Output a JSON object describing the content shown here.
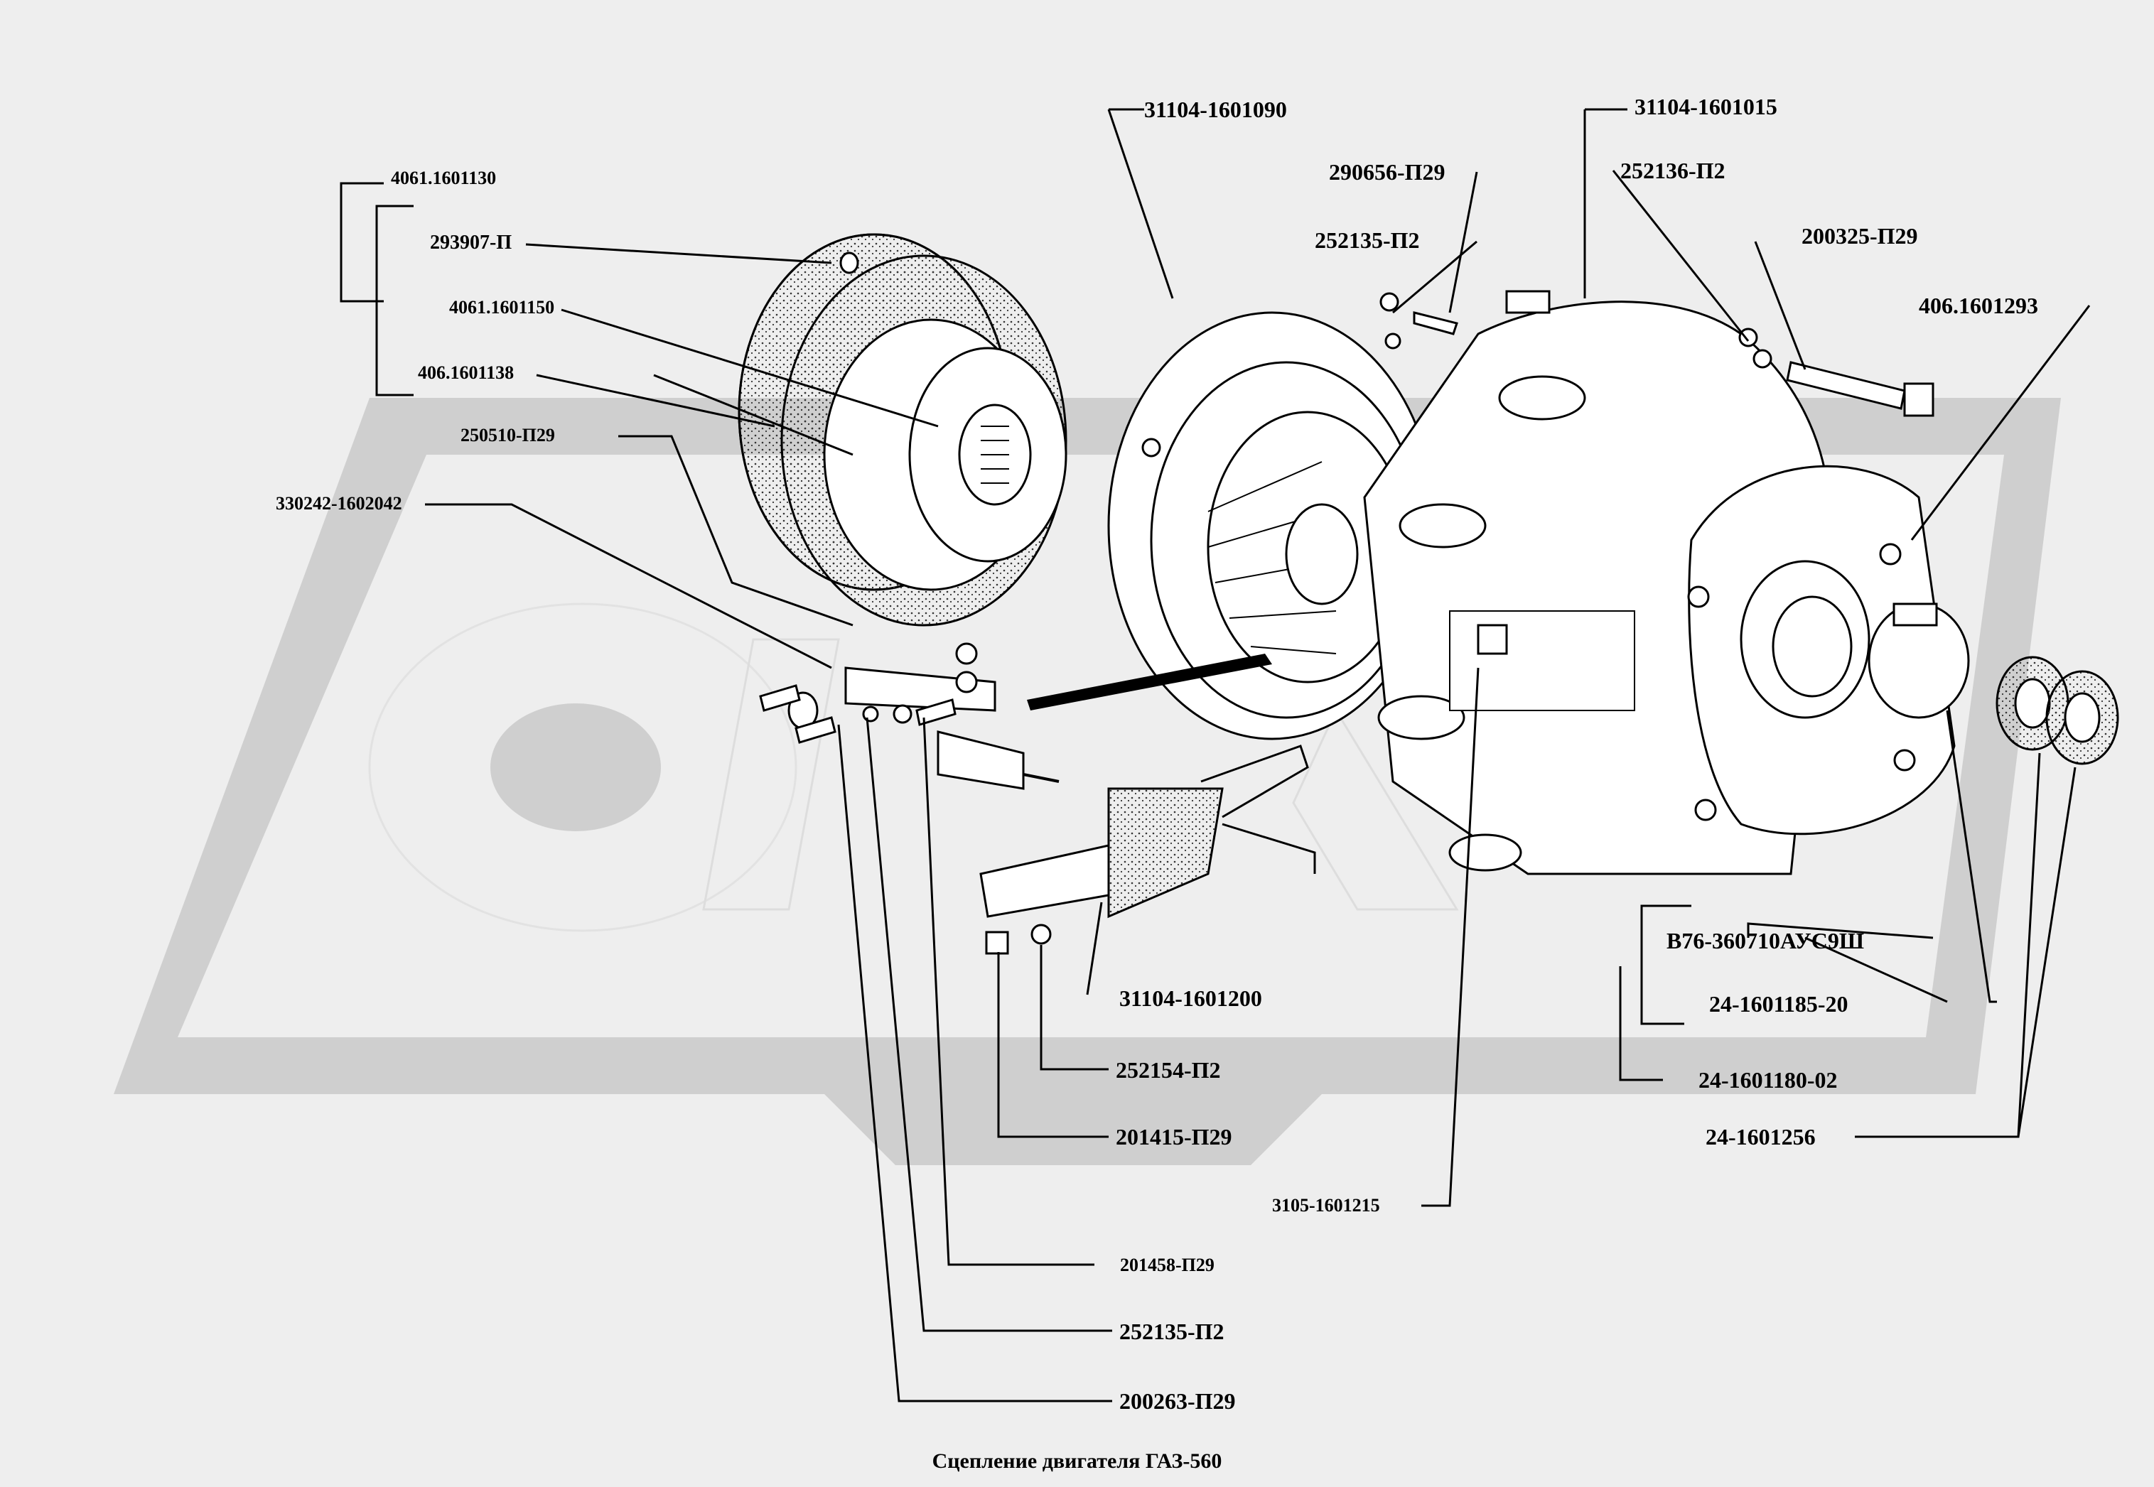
{
  "caption": "Сцепление двигателя  ГАЗ-560",
  "watermark": "ОРЕХ",
  "colors": {
    "background": "#eeeeee",
    "watermark": "#c8c8c8",
    "ink": "#000000"
  },
  "labels": {
    "p31104_1601090": "31104-1601090",
    "p31104_1601015": "31104-1601015",
    "p4061_1601130": "4061.1601130",
    "p290656_P29": "290656-П29",
    "p252136_P2": "252136-П2",
    "p293907_P": "293907-П",
    "p252135_P2_top": "252135-П2",
    "p200325_P29": "200325-П29",
    "p4061_1601150": "4061.1601150",
    "p406_1601293": "406.1601293",
    "p406_1601138": "406.1601138",
    "p250510_P29": "250510-П29",
    "p330242_1602042": "330242-1602042",
    "pB76_360710": "В76-360710АУС9Ш",
    "p31104_1601200": "31104-1601200",
    "p24_1601185_20": "24-1601185-20",
    "p252154_P2": "252154-П2",
    "p24_1601180_02": "24-1601180-02",
    "p201415_P29": "201415-П29",
    "p24_1601256": "24-1601256",
    "p3105_1601215": "3105-1601215",
    "p201458_P29": "201458-П29",
    "p252135_P2_bottom": "252135-П2",
    "p200263_P29": "200263-П29"
  }
}
